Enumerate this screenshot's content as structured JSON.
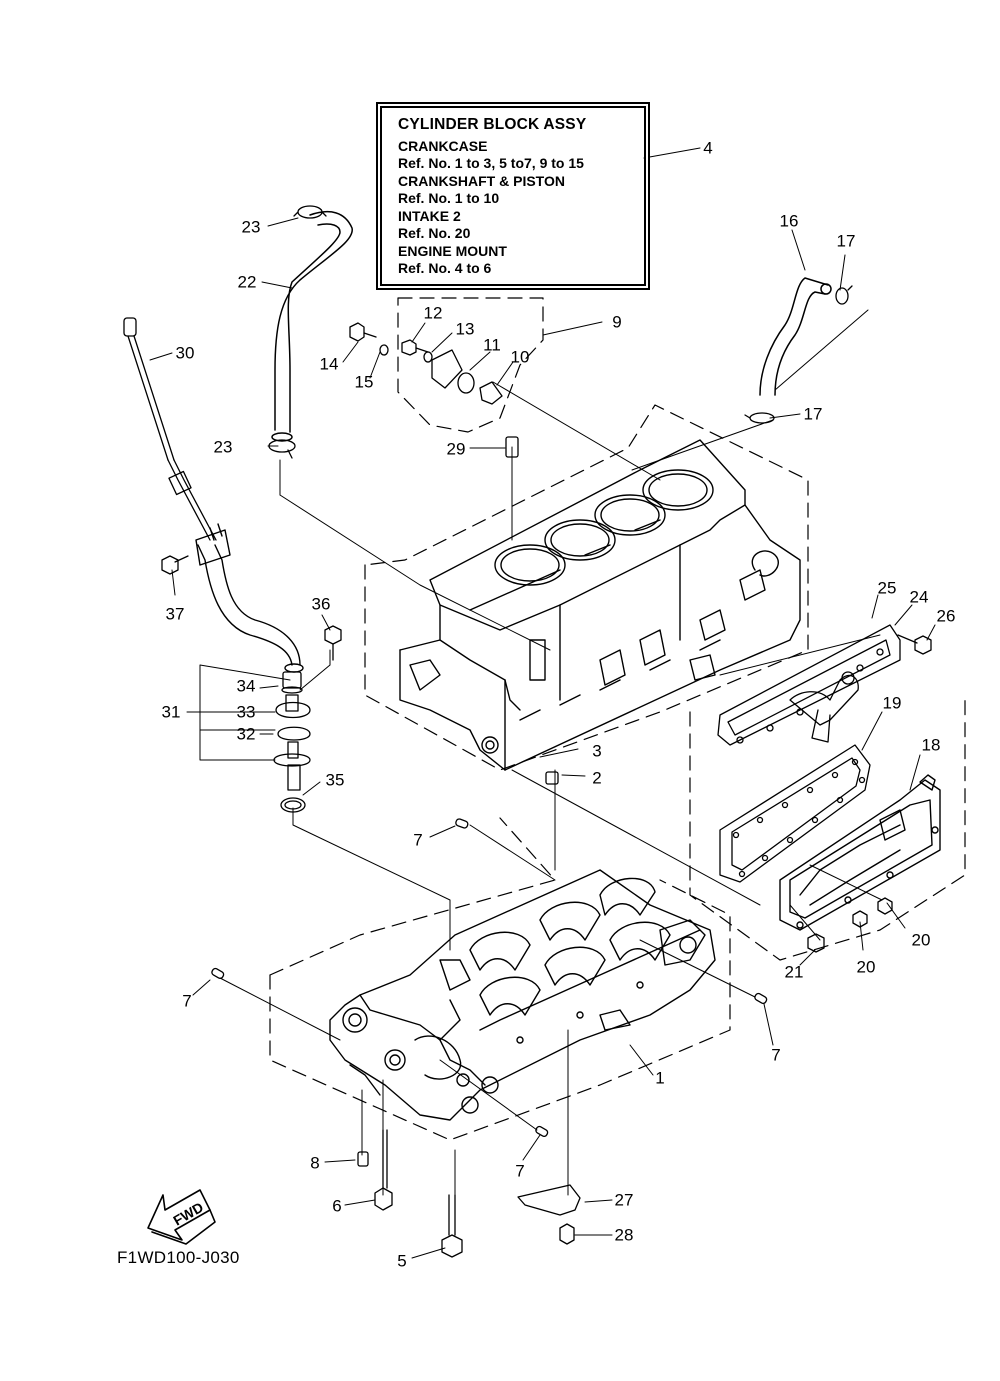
{
  "legend": {
    "title": "CYLINDER BLOCK ASSY",
    "lines": [
      "CRANKCASE",
      "Ref. No. 1 to 3, 5 to7, 9 to 15",
      "CRANKSHAFT & PISTON",
      "Ref. No. 1 to 10",
      "INTAKE 2",
      "Ref. No. 20",
      "ENGINE MOUNT",
      "Ref. No. 4 to 6"
    ]
  },
  "callouts": [
    "4",
    "23",
    "22",
    "16",
    "17",
    "9",
    "12",
    "13",
    "14",
    "11",
    "10",
    "15",
    "17",
    "30",
    "23",
    "29",
    "25",
    "24",
    "26",
    "36",
    "37",
    "34",
    "19",
    "31",
    "33",
    "18",
    "32",
    "3",
    "2",
    "35",
    "7",
    "20",
    "21",
    "20",
    "7",
    "7",
    "1",
    "7",
    "8",
    "27",
    "6",
    "28",
    "5"
  ],
  "fwd_label": "FWD",
  "figure_code": "F1WD100-J030"
}
